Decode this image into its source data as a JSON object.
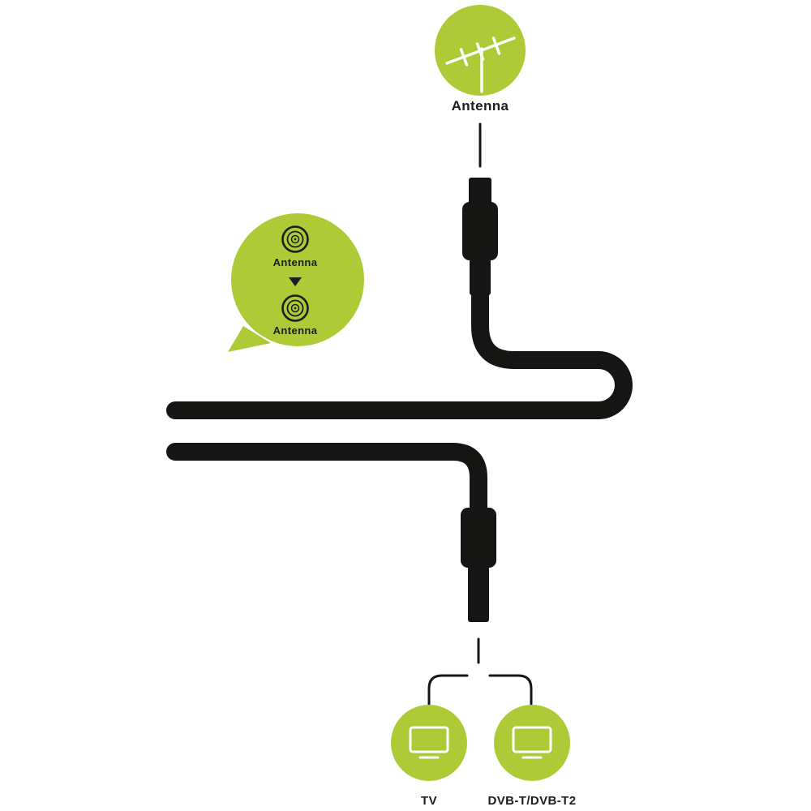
{
  "colors": {
    "accent_green": "#aeca37",
    "cable_black": "#151514",
    "text_dark": "#1d1d1b",
    "icon_white": "#ffffff"
  },
  "source": {
    "label": "Antenna"
  },
  "bubble": {
    "from_label": "Antenna",
    "to_label": "Antenna"
  },
  "outputs": {
    "left_label": "TV",
    "right_label": "DVB-T/DVB-T2"
  },
  "icons": {
    "source": "yagi-antenna-icon",
    "bubble_connector_top": "coax-connector-icon",
    "bubble_arrow": "arrow-down-icon",
    "bubble_connector_bottom": "coax-connector-icon",
    "output_left": "tv-icon",
    "output_right": "tv-icon"
  }
}
